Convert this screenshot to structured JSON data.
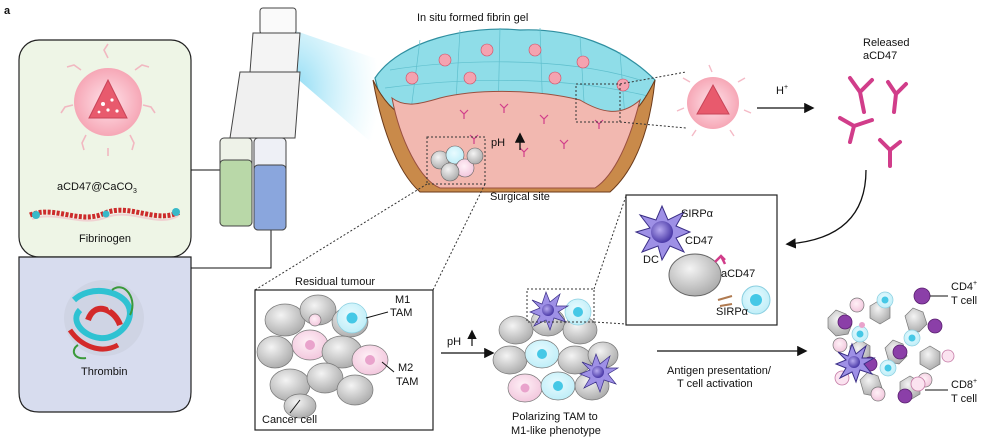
{
  "panel_label": "a",
  "gel_title": "In situ formed fibrin gel",
  "surgical_site": "Surgical site",
  "ph_label": "pH",
  "h_plus": "H",
  "h_plus_sup": "+",
  "released_line1": "Released",
  "released_line2": "aCD47",
  "legend": {
    "nanoparticle_label": "aCD47@CaCO",
    "nanoparticle_sub": "3",
    "fibrinogen_label": "Fibrinogen",
    "thrombin_label": "Thrombin"
  },
  "tumour": {
    "title": "Residual  tumour",
    "m1_line1": "M1",
    "m1_line2": "TAM",
    "m2_line1": "M2",
    "m2_line2": "TAM",
    "cancer_cell": "Cancer cell"
  },
  "ph_arrow_label": "pH",
  "polarizing_line1": "Polarizing TAM to",
  "polarizing_line2": "M1-like phenotype",
  "inset": {
    "sirpa_top": "SIRPα",
    "cd47": "CD47",
    "dc": "DC",
    "acd47": "aCD47",
    "sirpa_bottom": "SIRPα"
  },
  "antigen_line1": "Antigen presentation/",
  "antigen_line2": "T cell activation",
  "cd4_label": "CD4",
  "cd4_sup": "+",
  "cd4_tcell": "T cell",
  "cd8_label": "CD8",
  "cd8_sup": "+",
  "cd8_tcell": "T cell",
  "colors": {
    "gel": "#8fdde8",
    "tissue": "#f2b8b0",
    "antibody": "#d13d8a",
    "legend_top_bg": "#eef5e6",
    "legend_bottom_bg": "#d7dcee",
    "m1_cell": "#45c8e6",
    "m2_cell": "#e9a3cc",
    "dc": "#7d6fd1",
    "cd4": "#8b3fa8"
  }
}
